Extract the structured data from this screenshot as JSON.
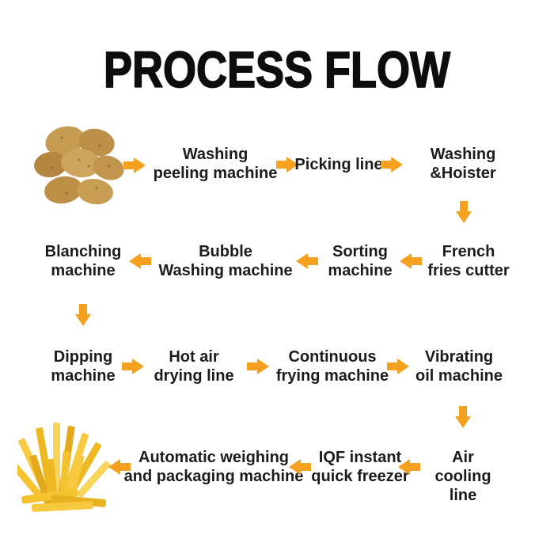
{
  "title": "PROCESS FLOW",
  "colors": {
    "arrow_orange": "#F5A01E",
    "title_black": "#0d0d0d",
    "label_black": "#1c1c1c",
    "potato_tan": "#C49A55",
    "fries_gold": "#F4C430"
  },
  "images": {
    "potatoes": "raw-potatoes-photo",
    "fries": "french-fries-photo"
  },
  "flow": {
    "row1": [
      {
        "label": "Washing\npeeling machine"
      },
      {
        "label": "Picking line"
      },
      {
        "label": "Washing\n&Hoister"
      }
    ],
    "row2": [
      {
        "label": "Blanching\nmachine"
      },
      {
        "label": "Bubble\nWashing machine"
      },
      {
        "label": "Sorting\nmachine"
      },
      {
        "label": "French\nfries cutter"
      }
    ],
    "row3": [
      {
        "label": "Dipping\nmachine"
      },
      {
        "label": "Hot air\ndrying line"
      },
      {
        "label": "Continuous\nfrying machine"
      },
      {
        "label": "Vibrating\noil machine"
      }
    ],
    "row4": [
      {
        "label": "Automatic weighing\nand packaging machine"
      },
      {
        "label": "IQF instant\nquick freezer"
      },
      {
        "label": "Air\ncooling line"
      }
    ]
  }
}
